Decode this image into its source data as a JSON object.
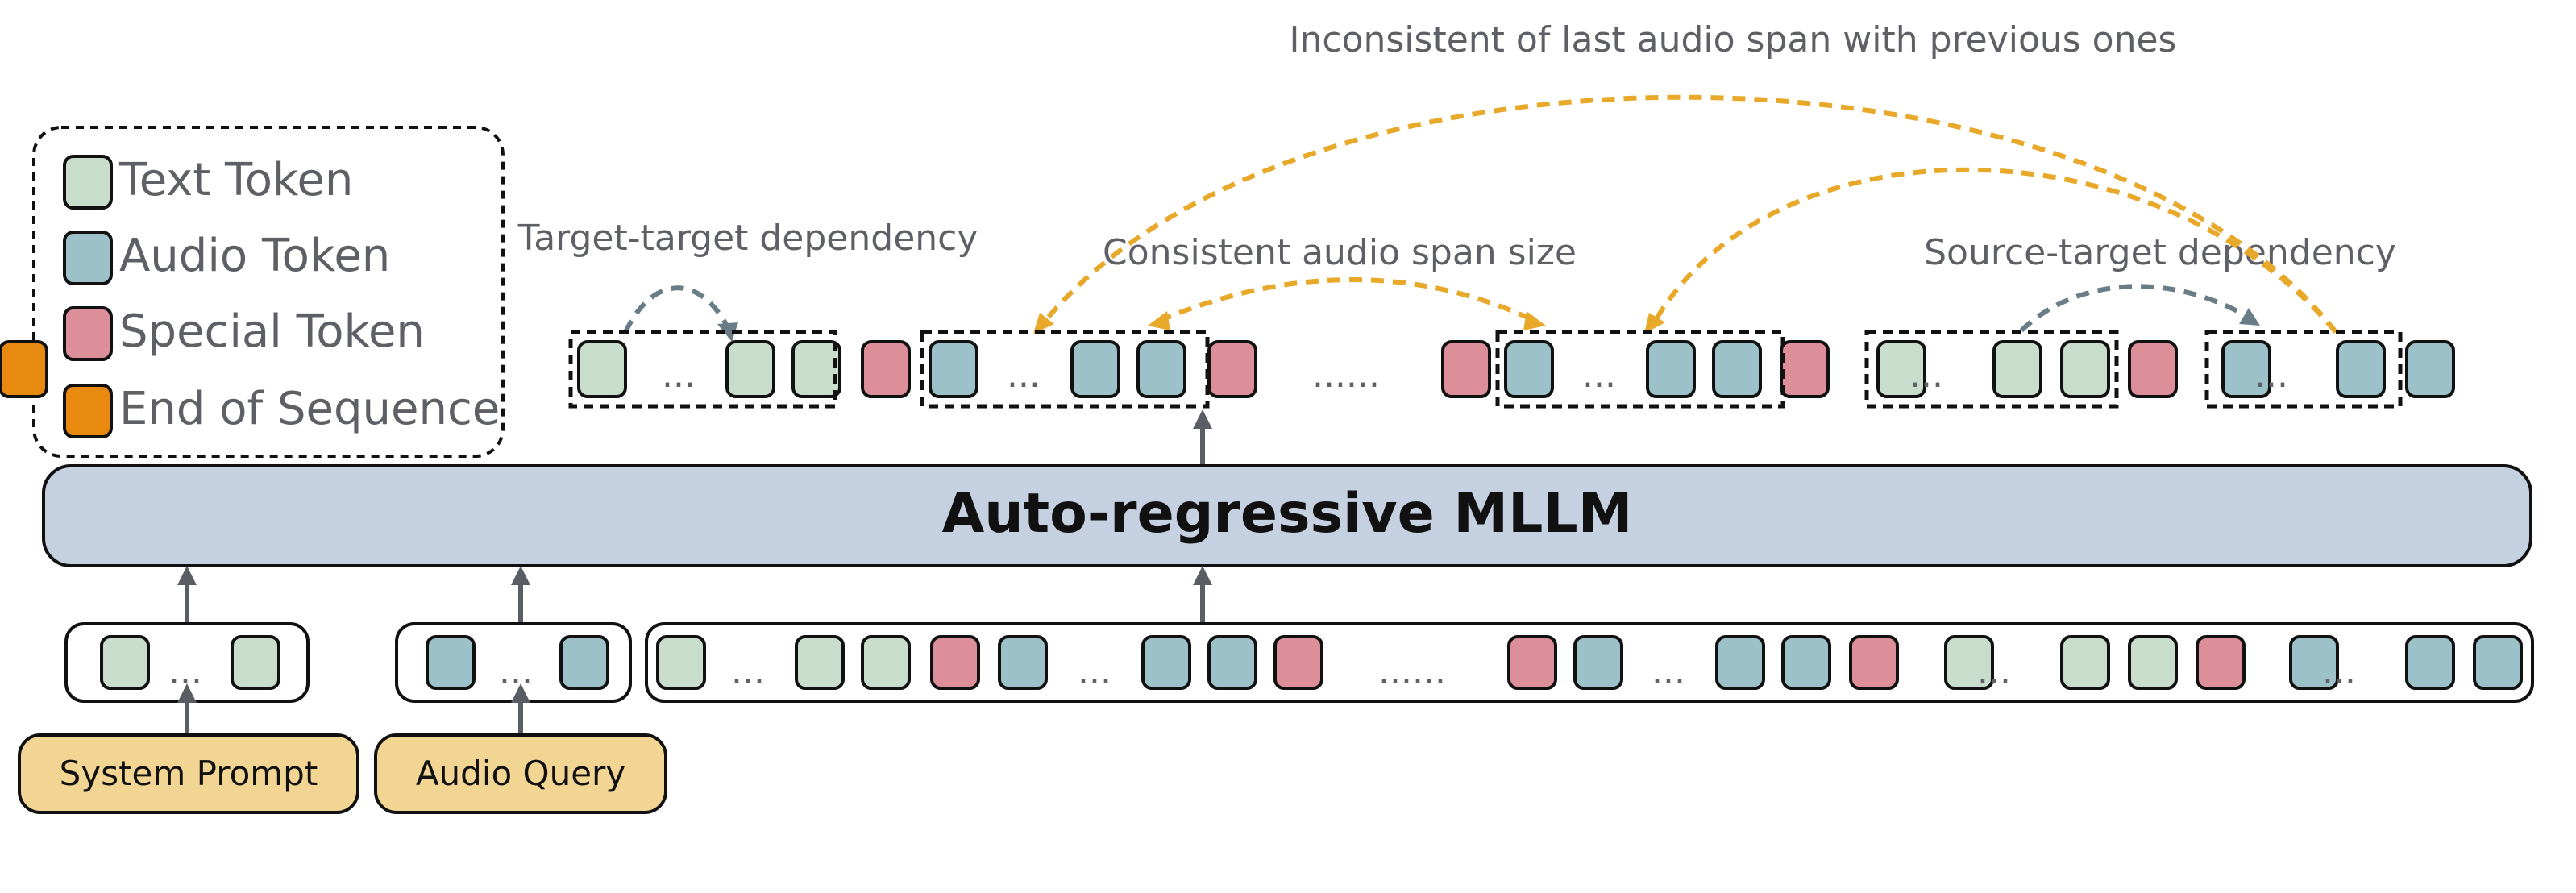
{
  "legend": {
    "items": [
      {
        "label": "Text Token",
        "kind": "text"
      },
      {
        "label": "Audio Token",
        "kind": "audio"
      },
      {
        "label": "Special Token",
        "kind": "special"
      },
      {
        "label": "End of Sequence",
        "kind": "eos"
      }
    ]
  },
  "colors": {
    "text": "#c9ddcc",
    "audio": "#9cc1c8",
    "special": "#dc8f98",
    "eos": "#e88a10",
    "model_box": "#c5d0e0",
    "input_box": "#f2d493",
    "orange_arrow": "#e8a92a",
    "gray_arrow": "#6a7d86",
    "dark": "#5a5e64",
    "annotation_text": "#5e6066"
  },
  "model": {
    "label": "Auto-regressive MLLM"
  },
  "inputs": {
    "system_prompt": "System Prompt",
    "audio_query": "Audio Query"
  },
  "ellipsis": "...",
  "long_ellipsis": "......",
  "annotations": {
    "target_target": "Target-target dependency",
    "consistent_span": "Consistent audio span size",
    "source_target": "Source-target dependency",
    "inconsistent_last": "Inconsistent of last audio span with previous ones"
  },
  "sequences": {
    "input_system_prompt": [
      "text",
      "...",
      "text"
    ],
    "input_audio_query": [
      "audio",
      "...",
      "audio"
    ],
    "input_context": [
      "text",
      "...",
      "text",
      "text",
      "special",
      "audio",
      "...",
      "audio",
      "audio",
      "special",
      "......",
      "special",
      "audio",
      "...",
      "audio",
      "audio",
      "special",
      "text",
      "...",
      "text",
      "text",
      "special",
      "audio",
      "...",
      "audio",
      "audio"
    ],
    "output": [
      "text",
      "...",
      "text",
      "text",
      "special",
      "audio",
      "...",
      "audio",
      "audio",
      "special",
      "......",
      "special",
      "audio",
      "...",
      "audio",
      "audio",
      "special",
      "text",
      "...",
      "text",
      "text",
      "special",
      "audio",
      "...",
      "audio",
      "audio",
      "eos"
    ]
  }
}
